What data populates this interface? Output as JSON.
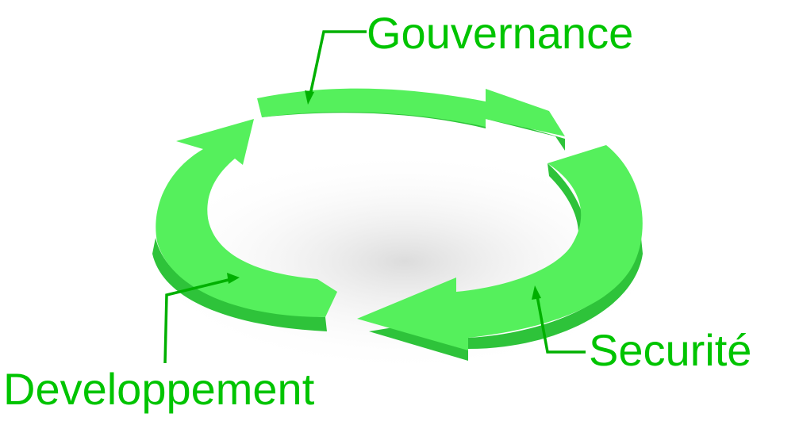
{
  "diagram": {
    "type": "cycle",
    "colors": {
      "arrow_face": "#55f05c",
      "arrow_side": "#2ec33a",
      "label_text": "#00c400",
      "leader_line": "#00b000"
    },
    "labels": {
      "top": "Gouvernance",
      "right": "Securité",
      "left": "Developpement"
    }
  }
}
